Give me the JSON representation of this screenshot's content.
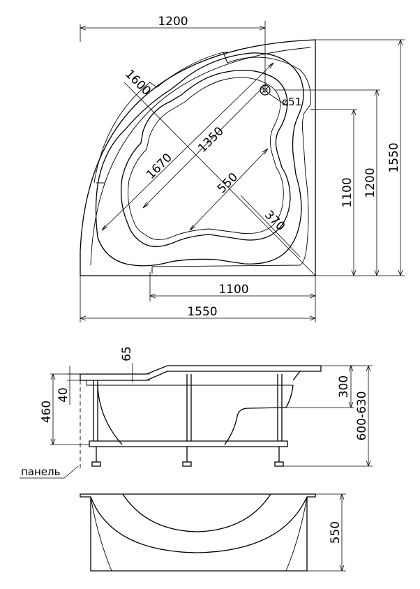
{
  "top_view": {
    "width_top": "1200",
    "width_inner": "1100",
    "width_bottom": "1550",
    "height_outer": "1550",
    "height_mid": "1200",
    "height_inner": "1100",
    "diag_1600": "1600",
    "diag_1670": "1670",
    "diag_1350": "1350",
    "diag_550": "550",
    "diag_370": "370",
    "drain_diameter": "ø51"
  },
  "side_view": {
    "dim_65": "65",
    "dim_40": "40",
    "dim_460": "460",
    "dim_300": "300",
    "dim_600_630": "600-630",
    "panel_label": "панель"
  },
  "front_view": {
    "dim_550": "550"
  }
}
